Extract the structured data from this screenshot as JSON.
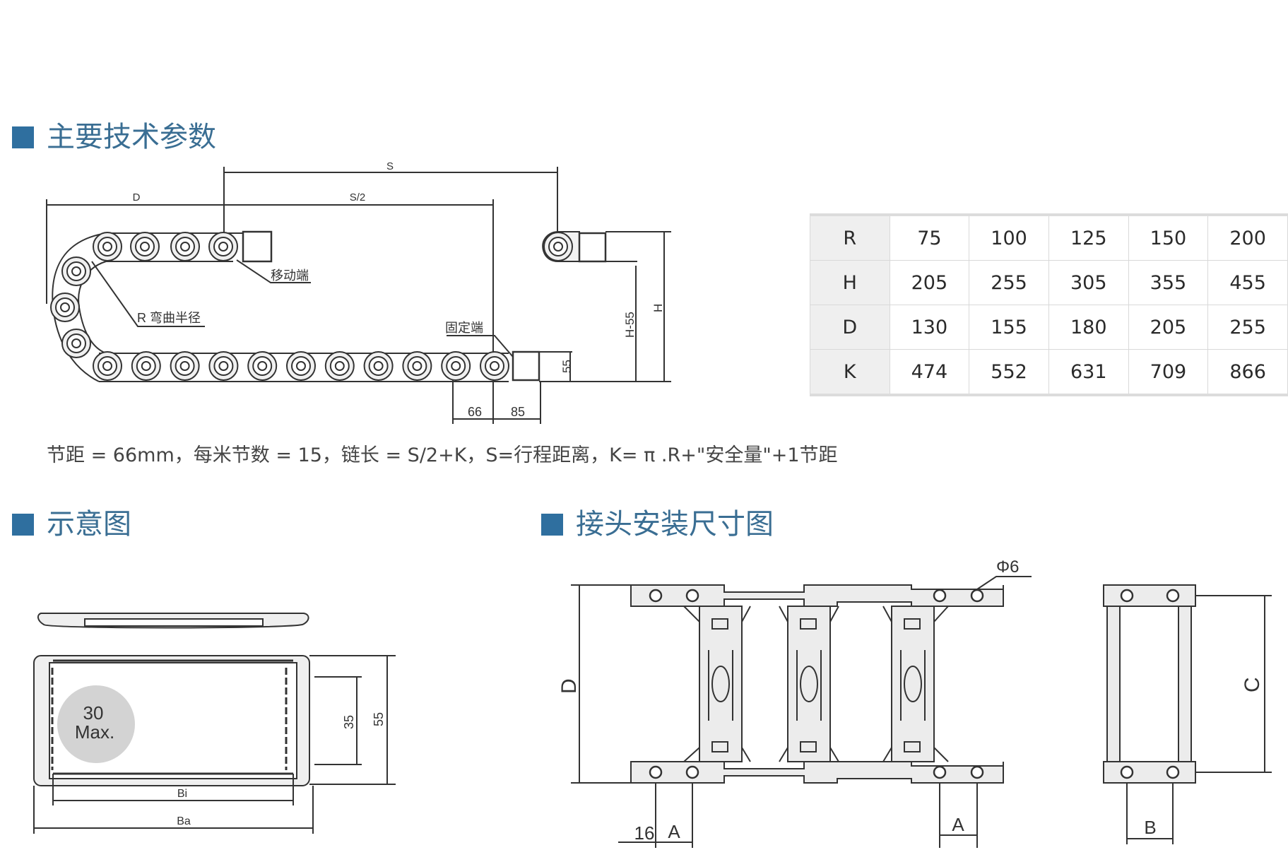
{
  "colors": {
    "accent": "#2f6f9f",
    "heading_text": "#3a6e93"
  },
  "sections": {
    "main_params": "主要技术参数",
    "schematic": "示意图",
    "connector": "接头安装尺寸图"
  },
  "drawing1": {
    "S": "S",
    "S_half": "S/2",
    "D": "D",
    "H": "H",
    "H55": "H-55",
    "h55": "55",
    "d66": "66",
    "d85": "85",
    "moving_end": "移动端",
    "fixed_end": "固定端",
    "bend_radius": "R 弯曲半径"
  },
  "formula": "节距 = 66mm，每米节数 = 15，链长 = S/2+K，S=行程距离，K= π .R+\"安全量\"+1节距",
  "table": {
    "rows": [
      {
        "key": "R",
        "values": [
          "75",
          "100",
          "125",
          "150",
          "200"
        ]
      },
      {
        "key": "H",
        "values": [
          "205",
          "255",
          "305",
          "355",
          "455"
        ]
      },
      {
        "key": "D",
        "values": [
          "130",
          "155",
          "180",
          "205",
          "255"
        ]
      },
      {
        "key": "K",
        "values": [
          "474",
          "552",
          "631",
          "709",
          "866"
        ]
      }
    ]
  },
  "schematic": {
    "max_line1": "30",
    "max_line2": "Max.",
    "d35": "35",
    "d55": "55",
    "Bi": "Bi",
    "Ba": "Ba"
  },
  "connector": {
    "phi6": "Φ6",
    "D": "D",
    "C": "C",
    "A1": "A",
    "A2": "A",
    "B": "B",
    "d16": "16"
  }
}
